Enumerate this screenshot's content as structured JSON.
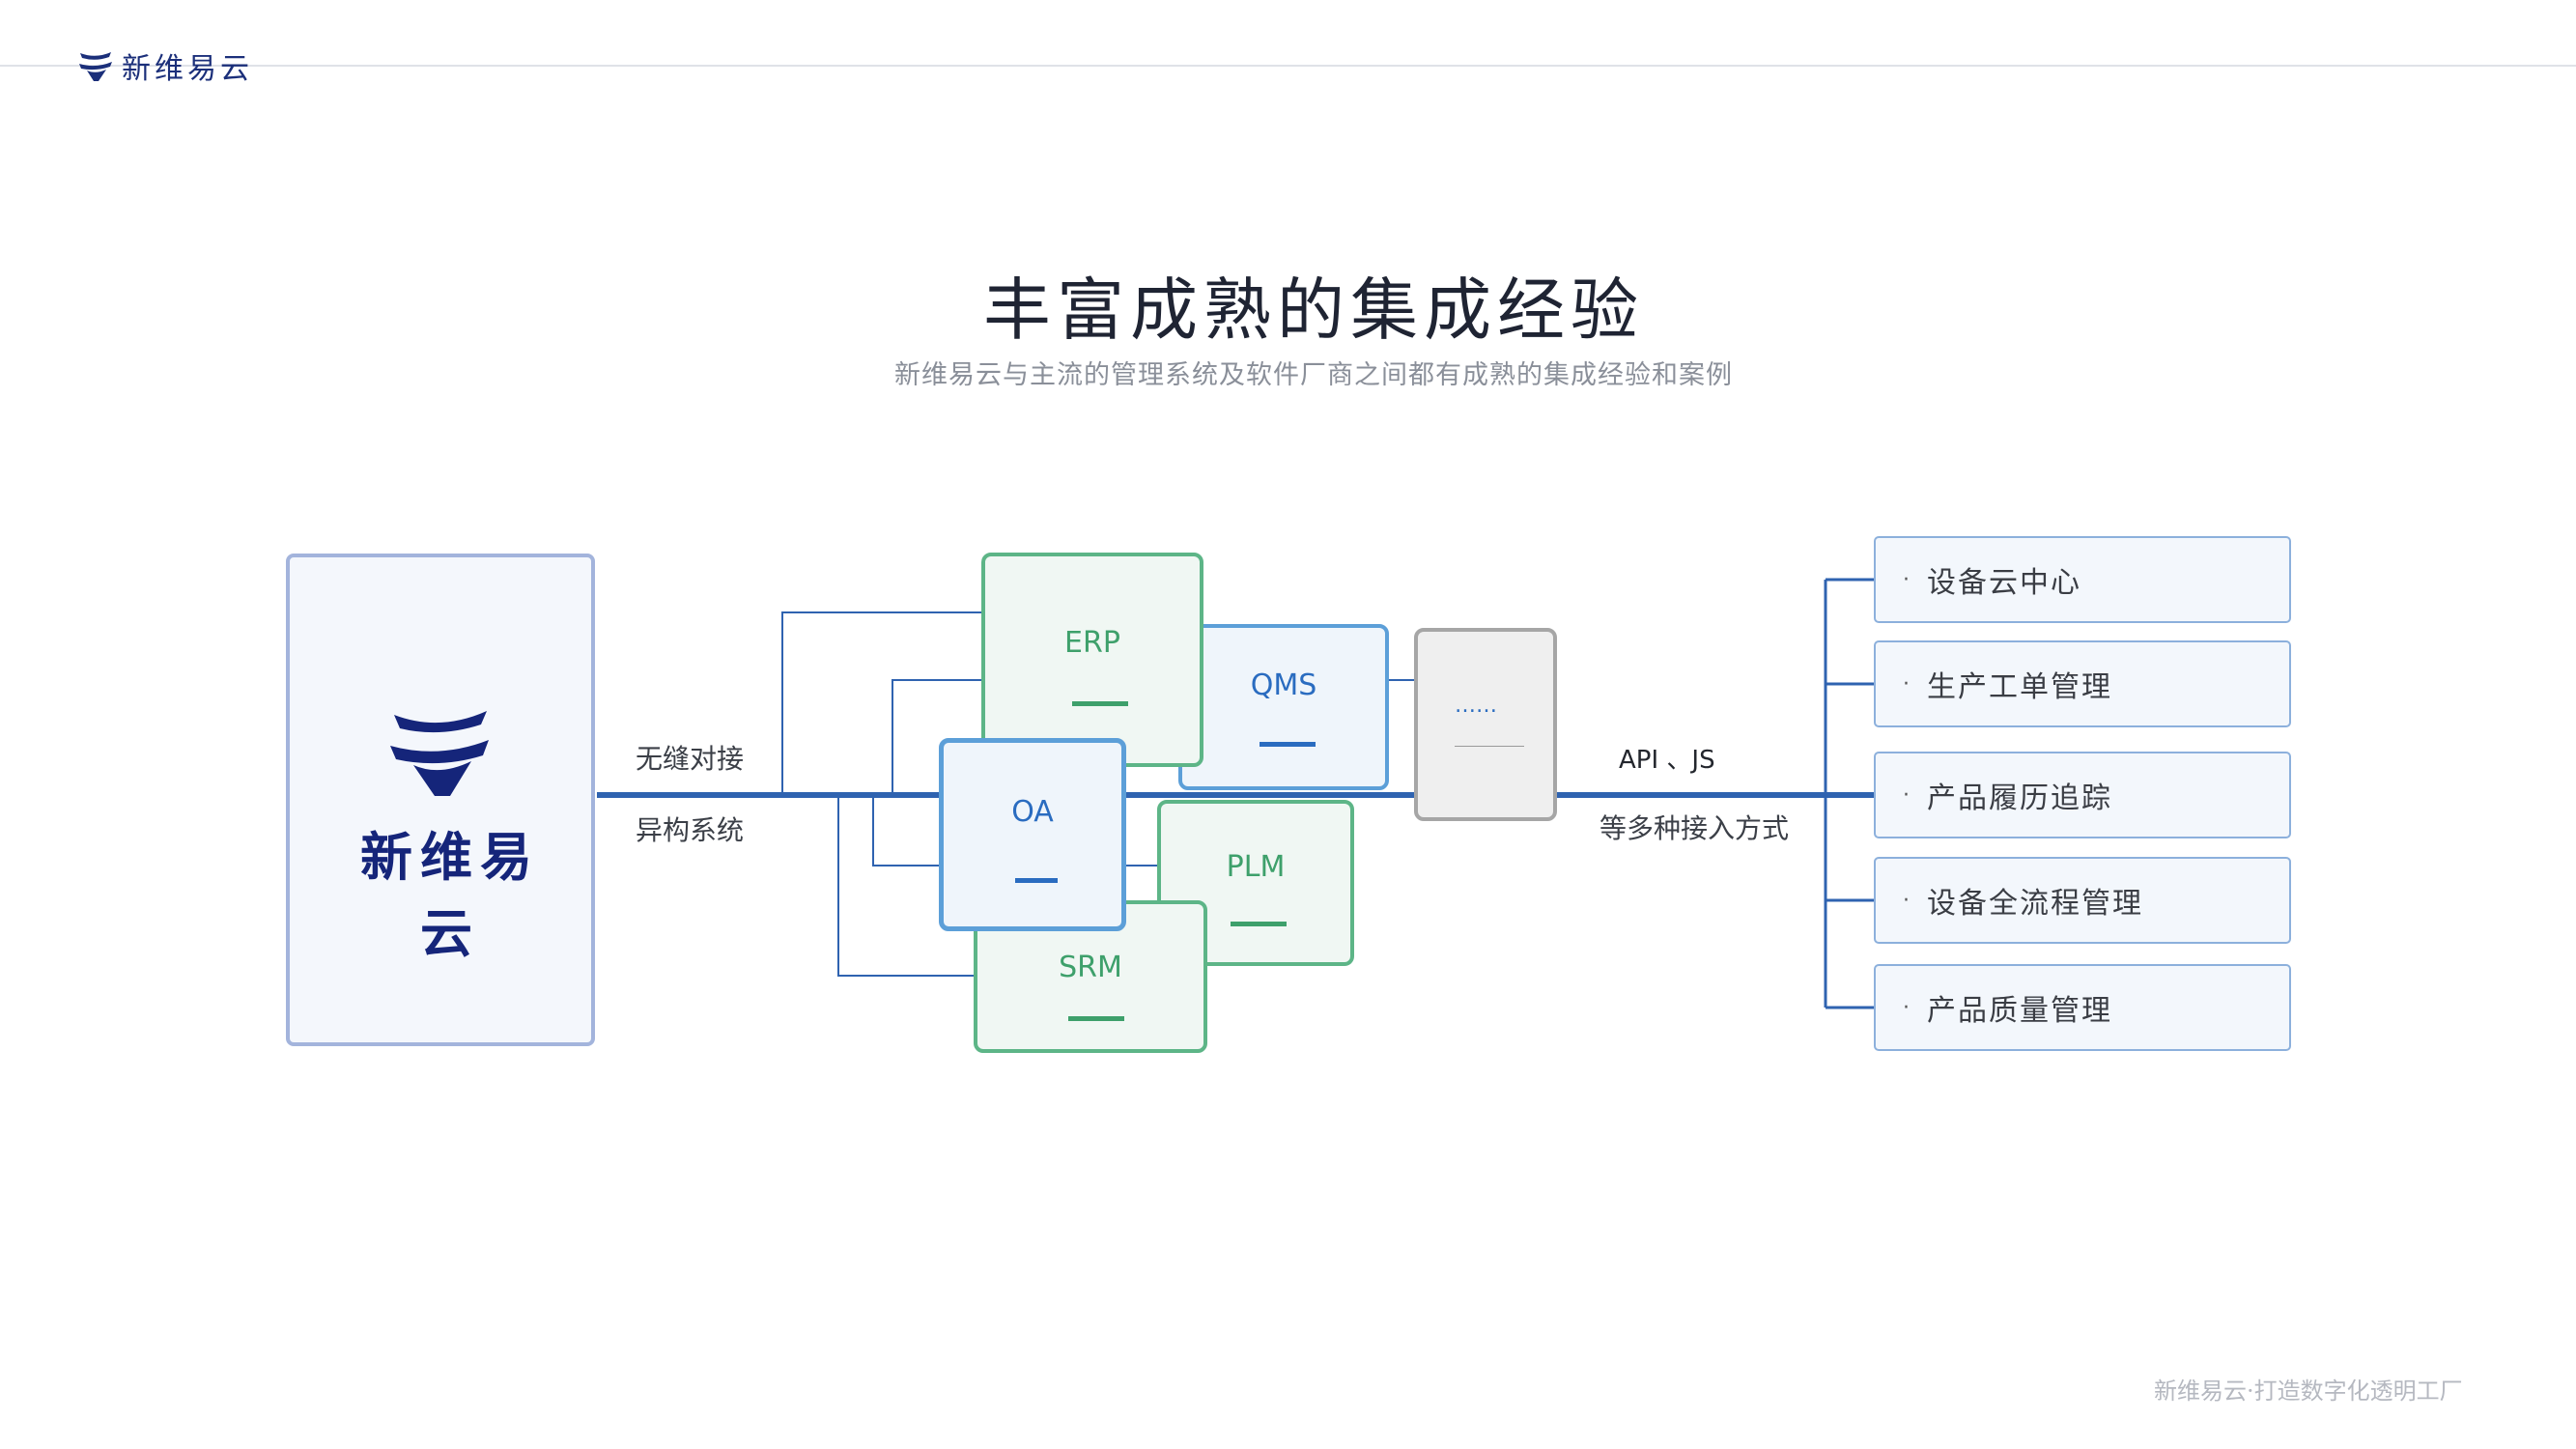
{
  "header": {
    "brand": "新维易云"
  },
  "title": "丰富成熟的集成经验",
  "subtitle": "新维易云与主流的管理系统及软件厂商之间都有成熟的集成经验和案例",
  "brand_card": {
    "name": "新维易云"
  },
  "left_labels": {
    "seamless": "无缝对接",
    "heterogeneous": "异构系统"
  },
  "systems": {
    "erp": "ERP",
    "qms": "QMS",
    "oa": "OA",
    "plm": "PLM",
    "srm": "SRM",
    "more": "……"
  },
  "right_labels": {
    "api": "API 、JS",
    "methods": "等多种接入方式"
  },
  "features": [
    {
      "bullet": "·",
      "label": "设备云中心"
    },
    {
      "bullet": "·",
      "label": "生产工单管理"
    },
    {
      "bullet": "·",
      "label": "产品履历追踪"
    },
    {
      "bullet": "·",
      "label": "设备全流程管理"
    },
    {
      "bullet": "·",
      "label": "产品质量管理"
    }
  ],
  "footer": "新维易云·打造数字化透明工厂",
  "colors": {
    "brand": "#15257a",
    "line": "#2f63b0",
    "green": "#5db587",
    "blue": "#5c9fd8",
    "gray": "#a6a6a6"
  }
}
